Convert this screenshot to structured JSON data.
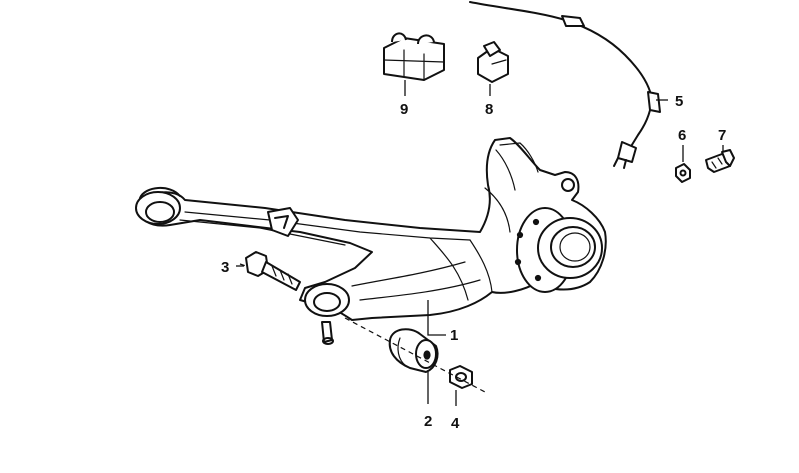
{
  "callouts": [
    {
      "id": "1",
      "label": "1"
    },
    {
      "id": "2",
      "label": "2"
    },
    {
      "id": "3",
      "label": "3"
    },
    {
      "id": "4",
      "label": "4"
    },
    {
      "id": "5",
      "label": "5"
    },
    {
      "id": "6",
      "label": "6"
    },
    {
      "id": "7",
      "label": "7"
    },
    {
      "id": "8",
      "label": "8"
    },
    {
      "id": "9",
      "label": "9"
    }
  ],
  "parts": [
    "trailing-arm",
    "rubber-mount",
    "hex-bolt",
    "self-locking-nut",
    "speed-sensor-cable",
    "hex-nut",
    "sensor-bolt",
    "cable-clip",
    "double-cable-clip"
  ],
  "colors": {
    "ink": "#111111",
    "background": "#ffffff"
  }
}
